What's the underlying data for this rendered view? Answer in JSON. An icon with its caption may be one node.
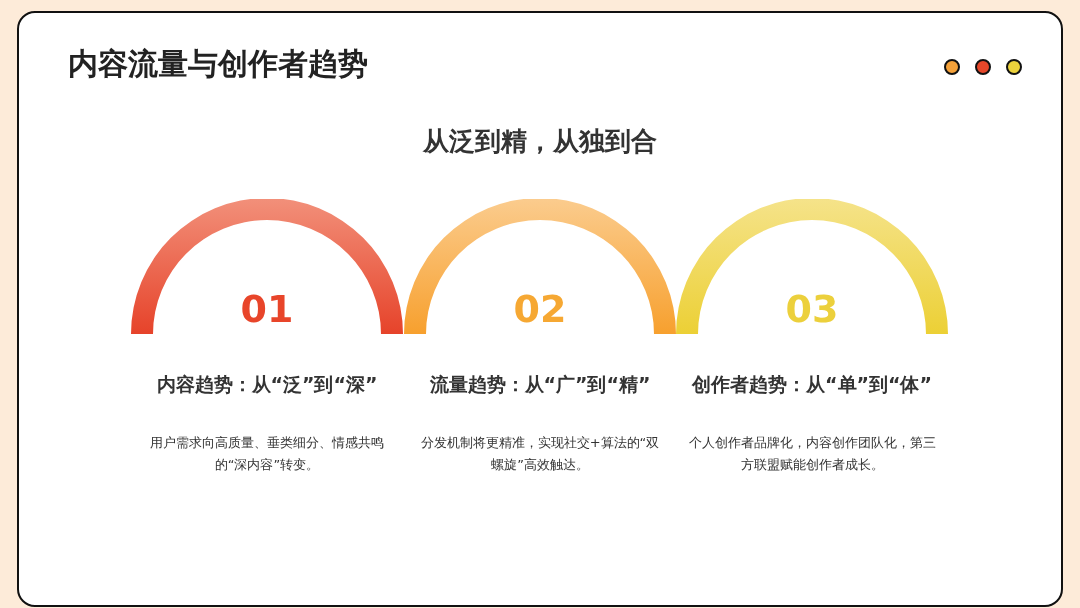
{
  "diagram": {
    "title": "内容流量与创作者趋势",
    "nodes": [
      {
        "text": [
          "01"
        ],
        "beside": [
          "内容趋势：从“泛”到“深”",
          "用户需求向高质量、垂类细分、情感共鸣的“深内容”转变。"
        ]
      },
      {
        "text": [
          "02"
        ],
        "beside": [
          "流量趋势：从“广”到“精”",
          "分发机制将更精准，实现社交+算法的“双螺旋”高效触达。"
        ]
      },
      {
        "text": [
          "03"
        ],
        "beside": [
          "创作者趋势：从“单”到“体”",
          "个人创作者品牌化，内容创作团队化，第三方联盟赋能创作者成长。"
        ]
      }
    ],
    "edges": [],
    "labels": [
      "从泛到精，从独到合"
    ]
  }
}
